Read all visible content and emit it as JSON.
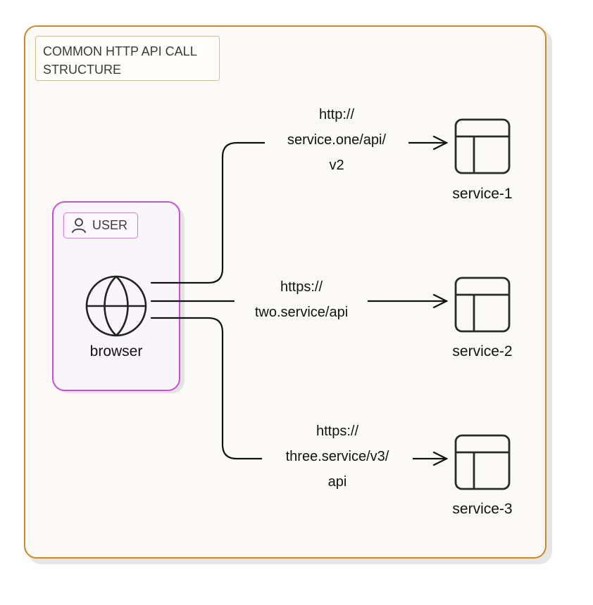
{
  "diagram": {
    "title": "COMMON HTTP API CALL STRUCTURE",
    "title_lines": [
      "COMMON HTTP API CALL",
      "STRUCTURE"
    ],
    "colors": {
      "frame_border": "#c98a2e",
      "frame_fill": "#fbfaf6",
      "group_border": "#c94fd6",
      "group_fill": "#faf5fb",
      "line": "#111111"
    },
    "group": {
      "tag_icon": "user-icon",
      "tag_label": "USER"
    },
    "source": {
      "icon": "globe-icon",
      "label": "browser"
    },
    "services": [
      {
        "icon": "layout-icon",
        "label": "service-1"
      },
      {
        "icon": "layout-icon",
        "label": "service-2"
      },
      {
        "icon": "layout-icon",
        "label": "service-3"
      }
    ],
    "edges": [
      {
        "from": "browser",
        "to": "service-1",
        "label_lines": [
          "http://",
          "service.one/api/",
          "v2"
        ]
      },
      {
        "from": "browser",
        "to": "service-2",
        "label_lines": [
          "https://",
          "two.service/api"
        ]
      },
      {
        "from": "browser",
        "to": "service-3",
        "label_lines": [
          "https://",
          "three.service/v3/",
          "api"
        ]
      }
    ]
  }
}
